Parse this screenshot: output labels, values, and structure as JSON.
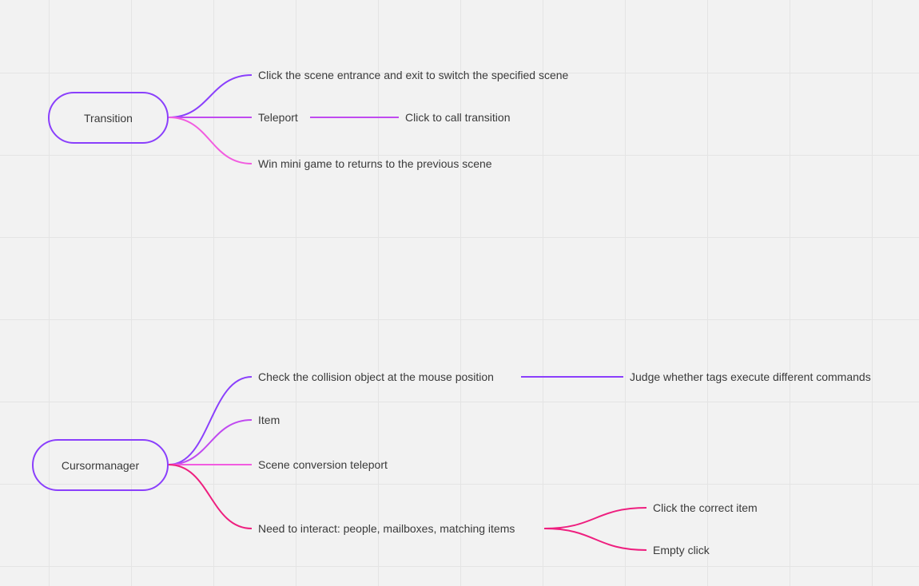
{
  "colors": {
    "purple": "#8a3ffc",
    "violet": "#c04af0",
    "pink": "#f25ce0",
    "magenta": "#ee1f7f",
    "text": "#3a3a3a",
    "background": "#f2f2f2",
    "grid": "#e4e4e4"
  },
  "mindmaps": [
    {
      "root": "Transition",
      "branches": [
        {
          "label": "Click the scene entrance and exit to switch the specified scene",
          "color": "purple",
          "children": []
        },
        {
          "label": "Teleport",
          "color": "violet",
          "children": [
            "Click to call transition"
          ]
        },
        {
          "label": "Win mini game to returns to the previous scene",
          "color": "pink",
          "children": []
        }
      ]
    },
    {
      "root": "Cursormanager",
      "branches": [
        {
          "label": "Check the collision object at the mouse position",
          "color": "purple",
          "children": [
            "Judge whether tags execute different commands"
          ]
        },
        {
          "label": "Item",
          "color": "violet",
          "children": []
        },
        {
          "label": "Scene conversion teleport",
          "color": "pink",
          "children": []
        },
        {
          "label": "Need to interact: people, mailboxes, matching items",
          "color": "magenta",
          "children": [
            "Click the correct item",
            "Empty click"
          ]
        }
      ]
    }
  ]
}
